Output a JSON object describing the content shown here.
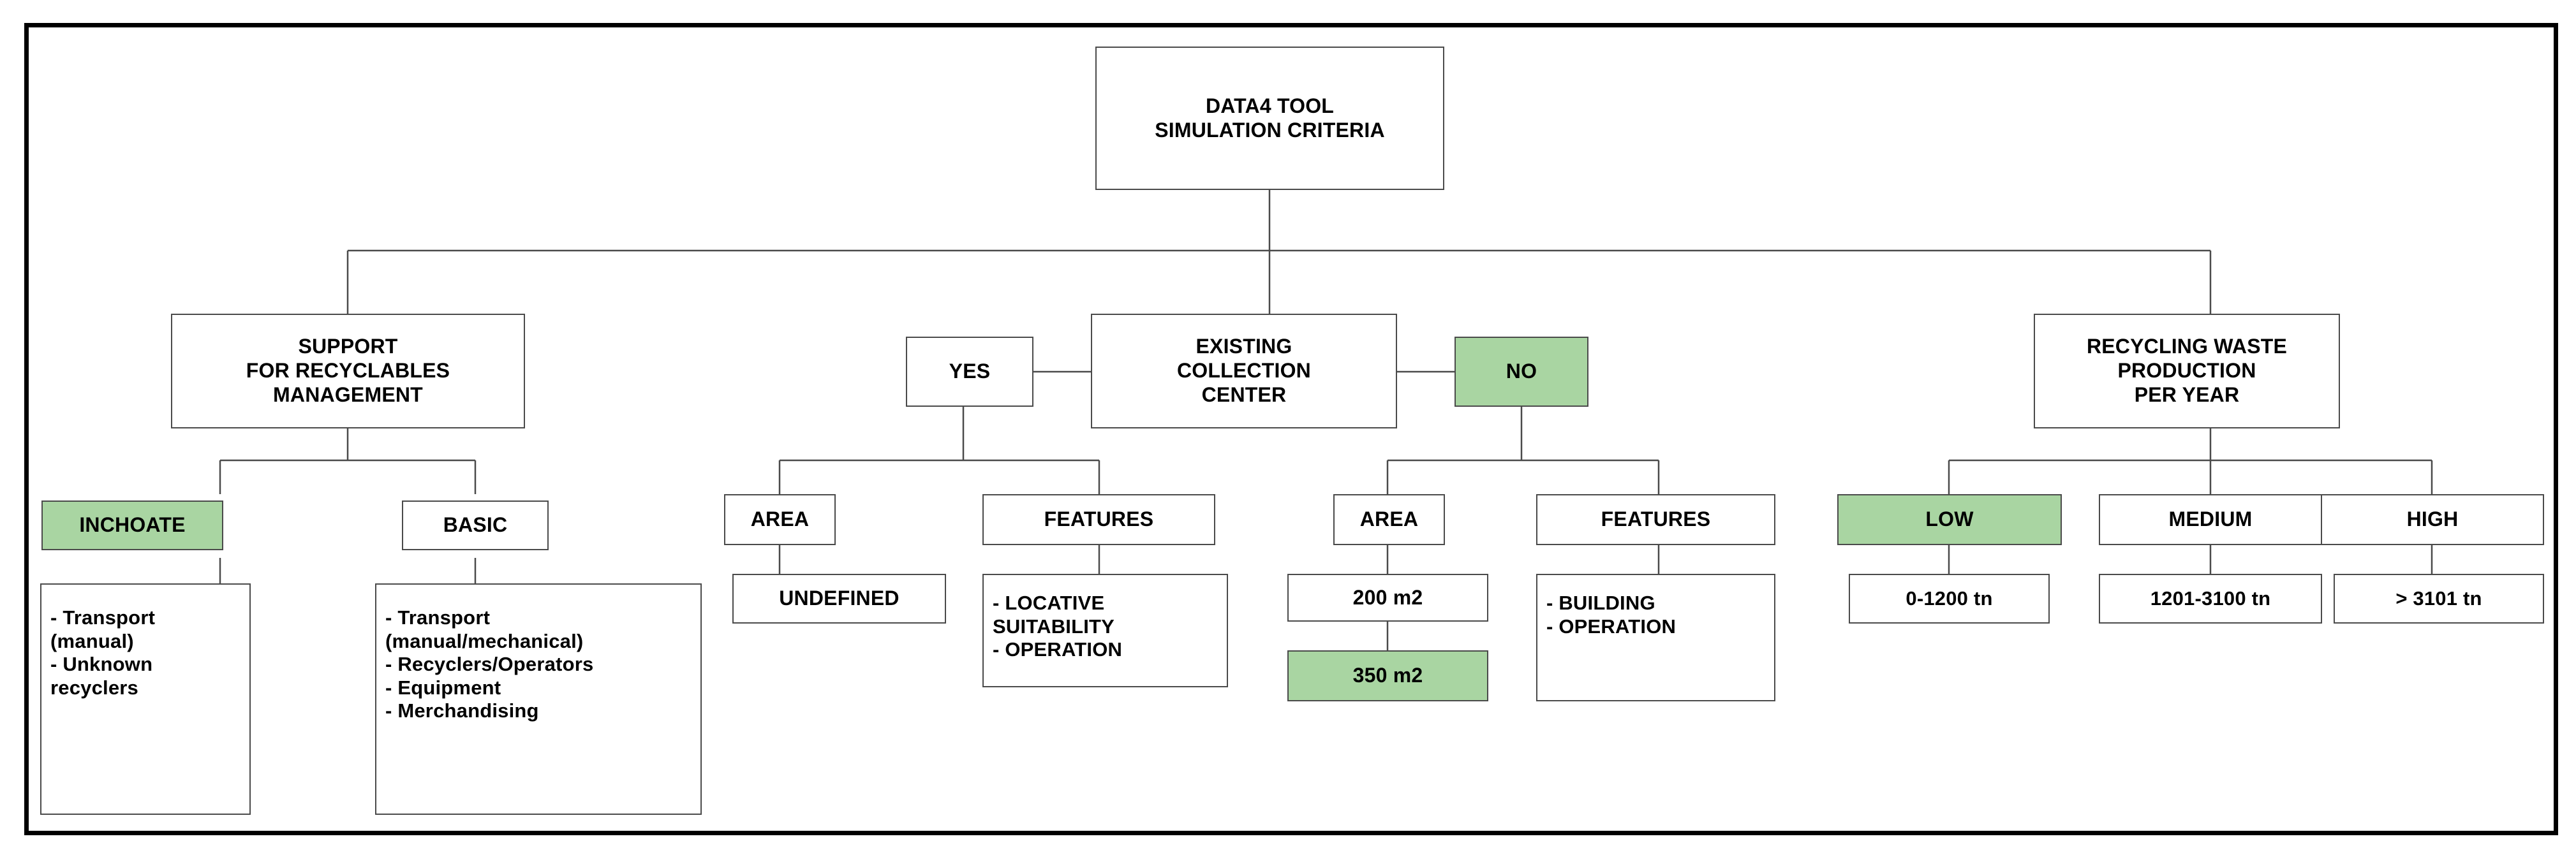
{
  "diagram": {
    "title": "DATA4 TOOL SIMULATION CRITERIA decision tree",
    "accent_green": "#a9d5a2",
    "frame_color": "#000000",
    "box_border_color": "#4a4a4a",
    "nodes": {
      "root": "DATA4 TOOL\nSIMULATION CRITERIA",
      "branch1": "SUPPORT\nFOR RECYCLABLES\nMANAGEMENT",
      "branch1_opt1": "INCHOATE",
      "branch1_opt2": "BASIC",
      "branch1_opt1_detail": "- Transport\n(manual)\n- Unknown\n  recyclers",
      "branch1_opt2_detail": "- Transport\n(manual/mechanical)\n- Recyclers/Operators\n- Equipment\n- Merchandising",
      "branch2": "EXISTING\nCOLLECTION\nCENTER",
      "branch2_yes": "YES",
      "branch2_no": "NO",
      "yes_area": "AREA",
      "yes_features": "FEATURES",
      "yes_area_value": "UNDEFINED",
      "yes_features_detail": "- LOCATIVE\n  SUITABILITY\n- OPERATION",
      "no_area": "AREA",
      "no_features": "FEATURES",
      "no_area_value1": "200 m2",
      "no_area_value2": "350 m2",
      "no_features_detail": "- BUILDING\n- OPERATION",
      "branch3": "RECYCLING WASTE\nPRODUCTION\nPER YEAR",
      "branch3_low": "LOW",
      "branch3_medium": "MEDIUM",
      "branch3_high": "HIGH",
      "branch3_low_value": "0-1200 tn",
      "branch3_medium_value": "1201-3100 tn",
      "branch3_high_value": "> 3101 tn"
    },
    "highlighted": [
      "INCHOATE",
      "NO",
      "350 m2",
      "LOW"
    ]
  }
}
